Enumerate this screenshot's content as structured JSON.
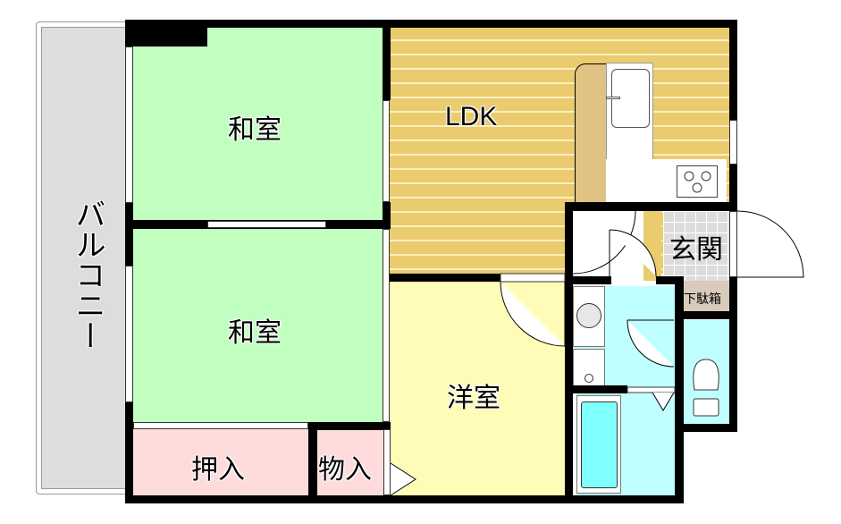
{
  "plan": {
    "rooms": {
      "balcony": {
        "label": "バルコニー",
        "color": "#dddddd"
      },
      "washitsu_1": {
        "label": "和室",
        "color": "#c0ffc0"
      },
      "washitsu_2": {
        "label": "和室",
        "color": "#c0ffc0"
      },
      "oshiire": {
        "label": "押入",
        "color": "#ffdcdc"
      },
      "monoire": {
        "label": "物入",
        "color": "#ffdcdc"
      },
      "ldk": {
        "label": "LDK",
        "color": "#eacb6e"
      },
      "yoshitsu": {
        "label": "洋室",
        "color": "#fffcb8"
      },
      "genkan": {
        "label": "玄関",
        "color": "#dcdcdc"
      },
      "getabako": {
        "label": "下駄箱",
        "color": "#d8cbbb"
      },
      "washroom": {
        "label": "",
        "color": "#c0ffff"
      },
      "bath": {
        "label": "",
        "color": "#c0ffff"
      },
      "toilet": {
        "label": "",
        "color": "#c0ffff"
      }
    },
    "fixtures": [
      "sink-icon",
      "stove-icon",
      "washing-machine-icon",
      "toilet-icon",
      "bathtub-icon",
      "kitchen-counter-icon"
    ],
    "colors": {
      "wall": "#000000",
      "kitchen_counter": "#e0c384",
      "bathtub": "#80ffff",
      "floor_stripe": "#fbeec0"
    }
  }
}
